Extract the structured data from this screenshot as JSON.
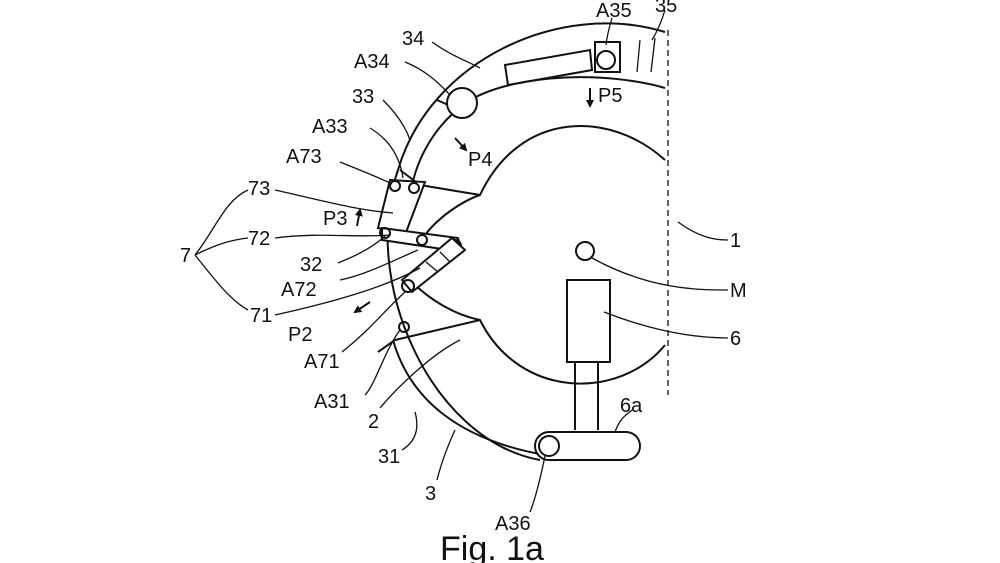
{
  "diagram": {
    "caption": "Fig. 1a",
    "labels": {
      "l1": "1",
      "lM": "M",
      "l6": "6",
      "l6a": "6a",
      "l2": "2",
      "l3": "3",
      "l31": "31",
      "l32": "32",
      "l33": "33",
      "l34": "34",
      "l35": "35",
      "l7": "7",
      "l71": "71",
      "l72": "72",
      "l73": "73",
      "lA31": "A31",
      "lA33": "A33",
      "lA34": "A34",
      "lA35": "A35",
      "lA36": "A36",
      "lA71": "A71",
      "lA72": "A72",
      "lA73": "A73",
      "lP2": "P2",
      "lP3": "P3",
      "lP4": "P4",
      "lP5": "P5"
    }
  }
}
